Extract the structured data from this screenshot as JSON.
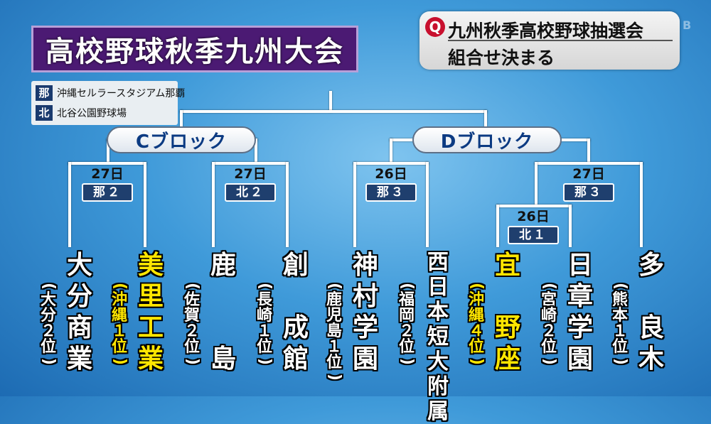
{
  "title": "高校野球秋季九州大会",
  "news": {
    "logo": "Q",
    "line1": "九州秋季高校野球抽選会",
    "line2": "組合せ決まる",
    "watermark": "B"
  },
  "legend": [
    {
      "key": "那",
      "label": "沖縄セルラースタジアム那覇"
    },
    {
      "key": "北",
      "label": "北谷公園野球場"
    }
  ],
  "blocks": [
    {
      "label": "Cブロック"
    },
    {
      "label": "Dブロック"
    }
  ],
  "matches": [
    {
      "day": "27日",
      "venue": "那２"
    },
    {
      "day": "27日",
      "venue": "北２"
    },
    {
      "day": "26日",
      "venue": "那３"
    },
    {
      "day": "27日",
      "venue": "那３"
    },
    {
      "day": "26日",
      "venue": "北１"
    }
  ],
  "teams": [
    {
      "name": "大分商業",
      "pref": "大分２位",
      "highlight": false
    },
    {
      "name": "美里工業",
      "pref": "沖縄１位",
      "highlight": true
    },
    {
      "name": "鹿島",
      "pref": "佐賀２位",
      "highlight": false
    },
    {
      "name": "創成館",
      "pref": "長崎１位",
      "highlight": false
    },
    {
      "name": "神村学園",
      "pref": "鹿児島１位",
      "highlight": false
    },
    {
      "name": "西日本短大附属",
      "pref": "福岡２位",
      "highlight": false
    },
    {
      "name": "宜野座",
      "pref": "沖縄４位",
      "highlight": true
    },
    {
      "name": "日章学園",
      "pref": "宮崎２位",
      "highlight": false
    },
    {
      "name": "多良木",
      "pref": "熊本１位",
      "highlight": false
    }
  ],
  "colors": {
    "highlight": "#ffe600",
    "title_bg": "#4b1a73",
    "venue_bg": "#1f3f6e",
    "block_text": "#0b3a82"
  }
}
